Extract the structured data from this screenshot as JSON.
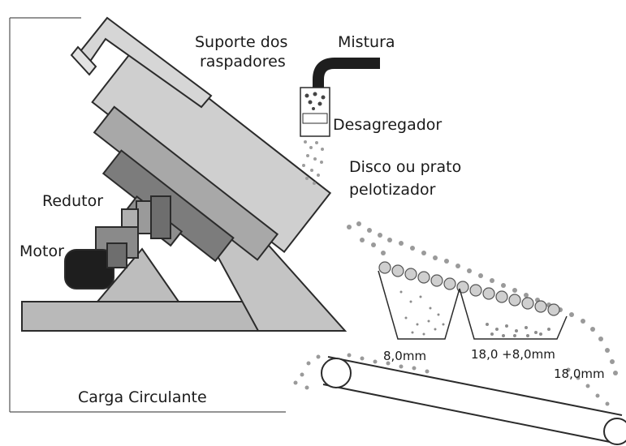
{
  "labels": {
    "suporte_line1": "Suporte dos",
    "suporte_line2": "raspadores",
    "mistura": "Mistura",
    "desagregador": "Desagregador",
    "disco_line1": "Disco ou prato",
    "disco_line2": "pelotizador",
    "redutor": "Redutor",
    "motor": "Motor",
    "carga_circulante": "Carga Circulante",
    "size_small": "8,0mm",
    "size_mid": "18,0 +8,0mm",
    "size_large": "18,0mm"
  },
  "colors": {
    "outline": "#2b2b2b",
    "disc_light": "#c9c9c9",
    "disc_mid": "#9a9a9a",
    "disc_dark": "#6e6e6e",
    "motor_dark": "#1e1e1e",
    "pellet": "#bdbdbd"
  }
}
